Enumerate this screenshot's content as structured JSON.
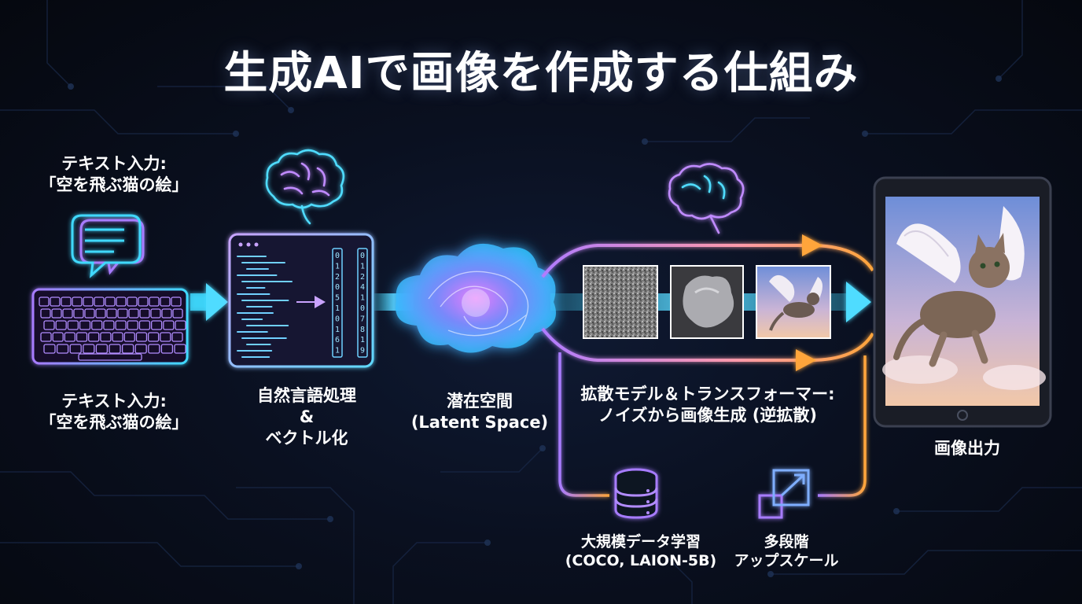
{
  "title": "生成AIで画像を作成する仕組み",
  "steps": {
    "text_input_top": {
      "line1": "テキスト入力:",
      "line2": "「空を飛ぶ猫の絵」"
    },
    "text_input_bottom": {
      "line1": "テキスト入力:",
      "line2": "「空を飛ぶ猫の絵」"
    },
    "nlp": {
      "line1": "自然言語処理",
      "line2": "&",
      "line3": "ベクトル化"
    },
    "latent": {
      "line1": "潜在空間",
      "line2": "(Latent Space)"
    },
    "diffusion": {
      "line1": "拡散モデル＆トランスフォーマー:",
      "line2": "ノイズから画像生成 (逆拡散)"
    },
    "output": {
      "label": "画像出力"
    },
    "dataset": {
      "line1": "大規模データ学習",
      "line2": "(COCO, LAION-5B)"
    },
    "upscale": {
      "line1": "多段階",
      "line2": "アップスケール"
    }
  },
  "icons": {
    "chat": "chat-bubbles-icon",
    "keyboard": "keyboard-icon",
    "brain": "brain-icon",
    "editor": "code-editor-icon",
    "cloud": "latent-cloud-icon",
    "database": "database-icon",
    "upscale": "upscale-squares-icon",
    "tablet": "tablet-icon"
  },
  "code_columns": [
    [
      "0",
      "1",
      "2",
      "0",
      "5",
      "1",
      "0",
      "1",
      "6",
      "1"
    ],
    [
      "0",
      "1",
      "2",
      "4",
      "1",
      "0",
      "7",
      "8",
      "1",
      "9"
    ]
  ],
  "colors": {
    "background": "#070b14",
    "cyan": "#3fd9ff",
    "violet": "#a77bff",
    "magenta": "#e070ff",
    "orange": "#ffa53a",
    "text": "#ffffff"
  }
}
